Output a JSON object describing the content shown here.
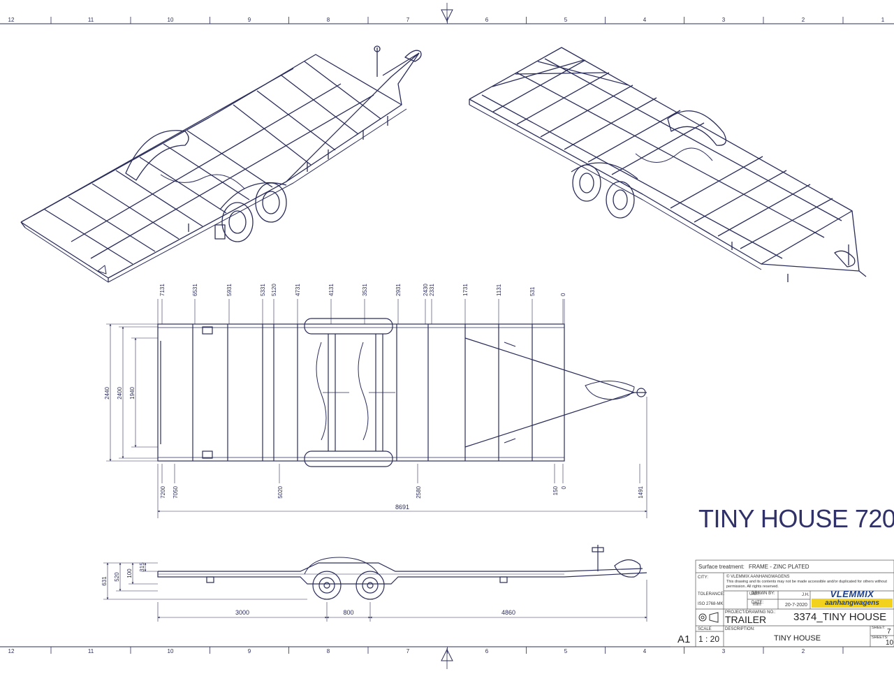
{
  "border": {
    "columns_top": [
      "12",
      "11",
      "10",
      "9",
      "8",
      "7",
      "6",
      "5",
      "4",
      "3",
      "2",
      "1"
    ],
    "columns_bottom": [
      "12",
      "11",
      "10",
      "9",
      "8",
      "7",
      "6",
      "5",
      "4",
      "3",
      "2"
    ]
  },
  "title": "TINY HOUSE 720",
  "sheet_size": "A1",
  "plan_view": {
    "top_dims": [
      "7131",
      "6531",
      "5931",
      "5331",
      "5120",
      "4731",
      "4131",
      "3531",
      "2931",
      "2430",
      "2331",
      "1731",
      "1131",
      "531",
      "0"
    ],
    "left_dims": [
      "2440",
      "2400",
      "1940"
    ],
    "bottom_dims": [
      "7200",
      "7050",
      "5020",
      "2580",
      "150",
      "0",
      "1491"
    ],
    "overall_length": "8691"
  },
  "side_view": {
    "left_dims": [
      "631",
      "520",
      "100",
      "315"
    ],
    "bottom_dims": [
      "3000",
      "800",
      "4860"
    ]
  },
  "title_block": {
    "surface_label": "Surface treatment:",
    "surface_value": "FRAME - ZINC PLATED",
    "city_label": "CITY:",
    "copyright": "© VLEMMIX AANHANGWAGENS",
    "notice_line1": "This drawing and its contents may not be made accessible and/or duplicated for others without",
    "notice_line2": "permission. All rights reserved.",
    "tolerance_label": "TOLERANCE:",
    "unit_label": "UNIT:",
    "unit_value": "mm",
    "drawn_label": "DRAWN BY:",
    "drawn_value": "J.H.",
    "date_label": "DATE:",
    "date_value": "20-7-2020",
    "tolerance_value": "ISO 2768-MK",
    "logo_top": "VLEMMIX",
    "logo_bottom": "aanhangwagens",
    "project_label": "PROJECT/DRAWING NO.:",
    "project_value": "TRAILER",
    "drawing_number": "3374_TINY HOUSE",
    "scale_label": "SCALE",
    "scale_value": "1 : 20",
    "description_label": "DESCRIPTION:",
    "description_value": "TINY HOUSE",
    "sheet_label": "SHEET:",
    "sheet_value": "7",
    "sheets_label": "SHEETS:",
    "sheets_value": "10"
  }
}
